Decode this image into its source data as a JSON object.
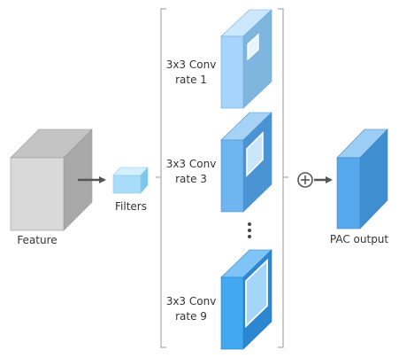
{
  "diagram": {
    "input": {
      "label": "Feature"
    },
    "filters": {
      "label": "Filters"
    },
    "branches": [
      {
        "line1": "3x3 Conv",
        "line2": "rate 1"
      },
      {
        "line1": "3x3 Conv",
        "line2": "rate 3"
      },
      {
        "line1": "3x3 Conv",
        "line2": "rate 9"
      }
    ],
    "ellipsis": "⋮",
    "combine_symbol": "⊕",
    "output": {
      "label": "PAC output"
    }
  },
  "colors": {
    "feature_front": "#d9d9d9",
    "feature_top": "#c4c4c4",
    "feature_side": "#a8a8a8",
    "filters_front": "#a8dcf7",
    "filters_top": "#d4effc",
    "filters_side": "#7fc6ec",
    "branch1_front": "#a6d4fa",
    "branch1_side": "#7fb6e0",
    "branch2_front": "#6fb6f0",
    "branch2_side": "#4a94d4",
    "branch3_front": "#42a8f0",
    "branch3_side": "#2d86d0",
    "output_front": "#55a9ec",
    "output_side": "#3f8ed0",
    "arrow": "#555555",
    "bracket": "#aaaaaa"
  }
}
